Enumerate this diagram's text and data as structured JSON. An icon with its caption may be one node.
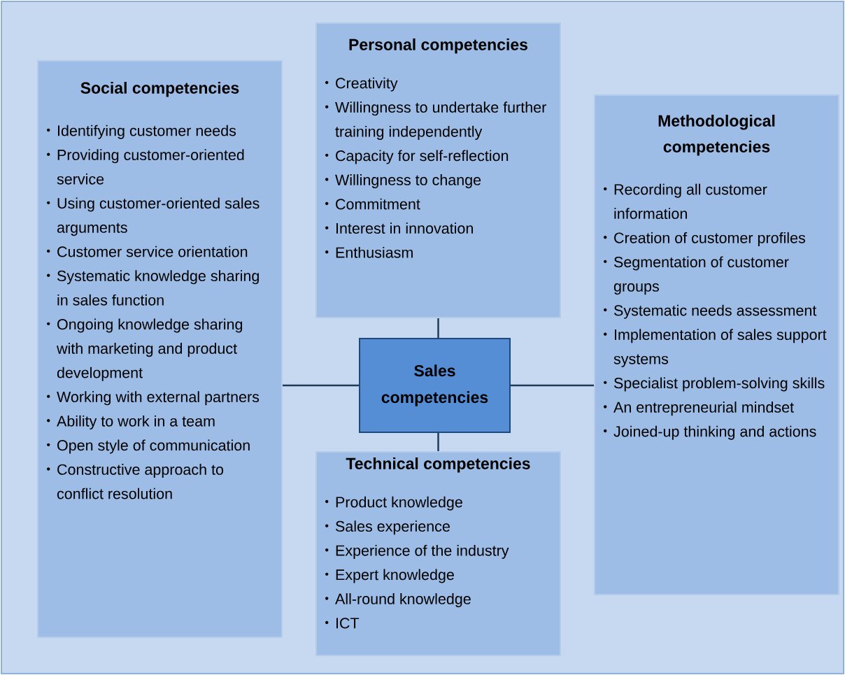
{
  "diagram": {
    "nodes": [
      {
        "text": [
          "Personal competencies",
          "Creativity",
          "Willingness to undertake further training independently",
          "Capacity for self-reflection",
          "Willingness to change",
          "Commitment",
          "Interest in innovation",
          "Enthusiasm"
        ]
      },
      {
        "text": [
          "Social competencies",
          "Identifying customer needs",
          "Providing customer-oriented service",
          "Using customer-oriented sales arguments",
          "Customer service orientation",
          "Systematic knowledge sharing in sales function",
          "Ongoing knowledge sharing with marketing and product development",
          "Working with external partners",
          "Ability to work in a team",
          "Open style of communication",
          "Constructive approach to conflict resolution"
        ]
      },
      {
        "text": [
          "Methodological competencies",
          "Recording all customer information",
          "Creation of customer profiles",
          "Segmentation of customer groups",
          "Systematic needs assessment",
          "Implementation of sales support systems",
          "Specialist problem-solving skills",
          "An entrepreneurial mindset",
          "Joined-up thinking and actions"
        ]
      },
      {
        "text": [
          "Sales competencies"
        ]
      },
      {
        "text": [
          "Technical competencies",
          "Product knowledge",
          "Sales experience",
          "Experience of the industry",
          "Expert knowledge",
          "All-round knowledge",
          "ICT"
        ]
      }
    ],
    "edges": [
      {
        "from": 3,
        "to": 0,
        "arrow": "none"
      },
      {
        "from": 3,
        "to": 1,
        "arrow": "none"
      },
      {
        "from": 3,
        "to": 2,
        "arrow": "none"
      },
      {
        "from": 3,
        "to": 4,
        "arrow": "none"
      }
    ]
  }
}
